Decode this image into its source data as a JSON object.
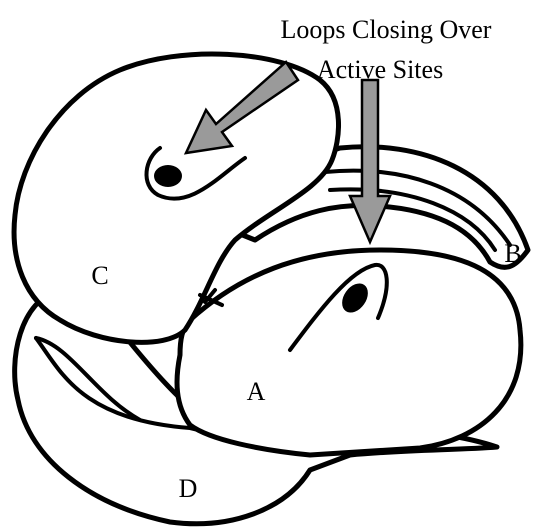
{
  "caption": {
    "line1": "Loops Closing Over",
    "line2": "Active Sites"
  },
  "domains": {
    "a": "A",
    "b": "B",
    "c": "C",
    "d": "D"
  },
  "colors": {
    "outline": "#000000",
    "arrow_fill": "#9a9a9a",
    "background": "#ffffff"
  }
}
